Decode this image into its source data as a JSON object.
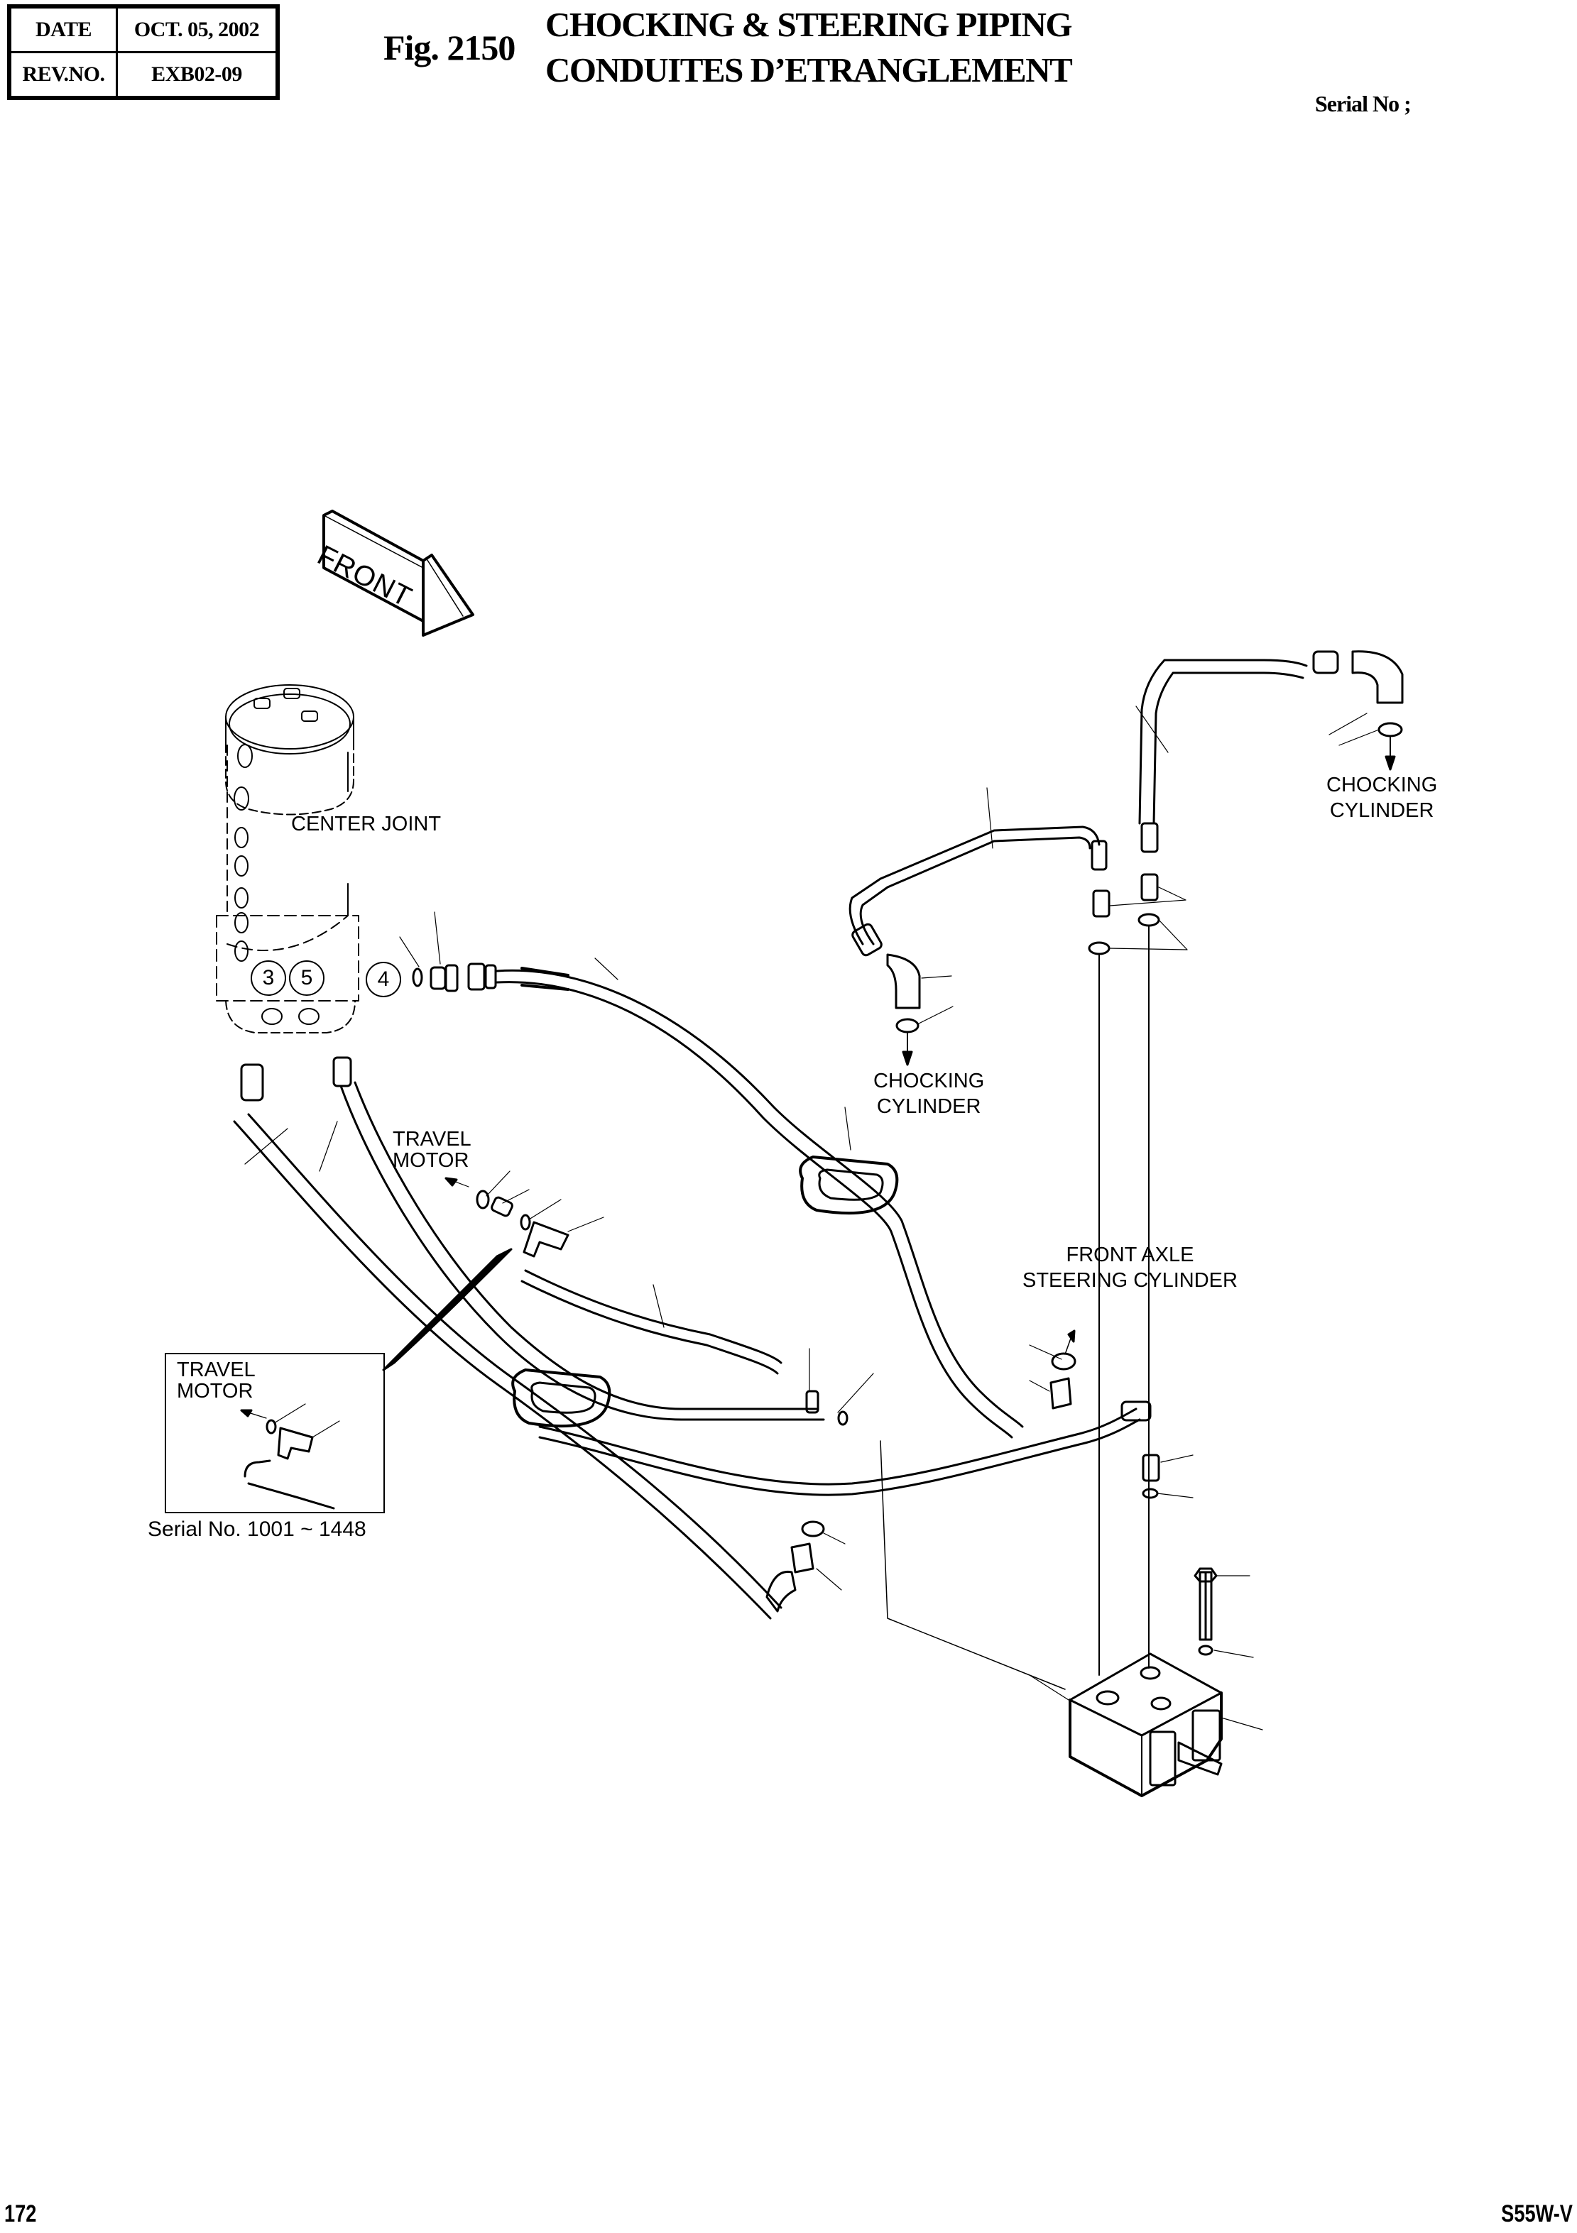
{
  "header": {
    "table": [
      {
        "key": "DATE",
        "value": "OCT. 05, 2002"
      },
      {
        "key": "REV.NO.",
        "value": "EXB02-09"
      }
    ],
    "figure_number": "Fig. 2150",
    "title_en": "CHOCKING & STEERING PIPING",
    "title_fr": "CONDUITES D’ETRANGLEMENT",
    "serial_label": "Serial No ;"
  },
  "diagram": {
    "front_arrow_label": "FRONT",
    "labels": {
      "center_joint": "CENTER JOINT",
      "chocking_cylinder_1_line1": "CHOCKING",
      "chocking_cylinder_1_line2": "CYLINDER",
      "chocking_cylinder_2_line1": "CHOCKING",
      "chocking_cylinder_2_line2": "CYLINDER",
      "travel_motor_line1": "TRAVEL",
      "travel_motor_line2": "MOTOR",
      "front_axle_line1": "FRONT AXLE",
      "front_axle_line2": "STEERING CYLINDER"
    },
    "port_callouts": [
      "3",
      "5",
      "4"
    ],
    "inset": {
      "label_line1": "TRAVEL",
      "label_line2": "MOTOR",
      "serial_range": "Serial No. 1001 ~ 1448"
    }
  },
  "footer": {
    "page_number": "172",
    "model": "S55W-V"
  }
}
